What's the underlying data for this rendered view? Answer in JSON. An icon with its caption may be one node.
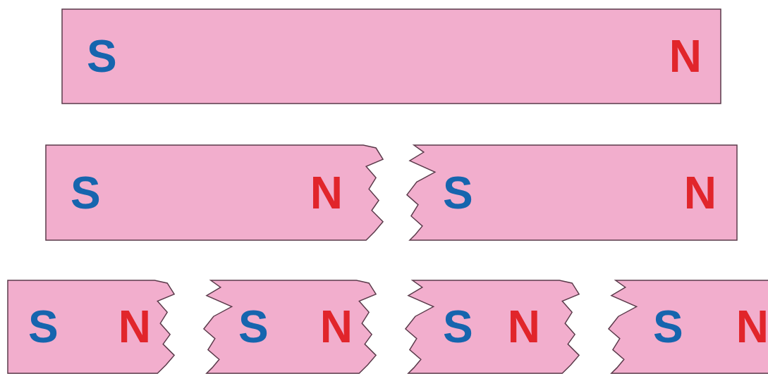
{
  "diagram": {
    "nodes": [
      {
        "text": [
          "S",
          "N"
        ]
      },
      {
        "text": [
          "S",
          "N"
        ]
      },
      {
        "text": [
          "S",
          "N"
        ]
      },
      {
        "text": [
          "S",
          "N"
        ]
      },
      {
        "text": [
          "S",
          "N"
        ]
      },
      {
        "text": [
          "S",
          "N"
        ]
      },
      {
        "text": [
          "S",
          "N"
        ]
      }
    ]
  }
}
